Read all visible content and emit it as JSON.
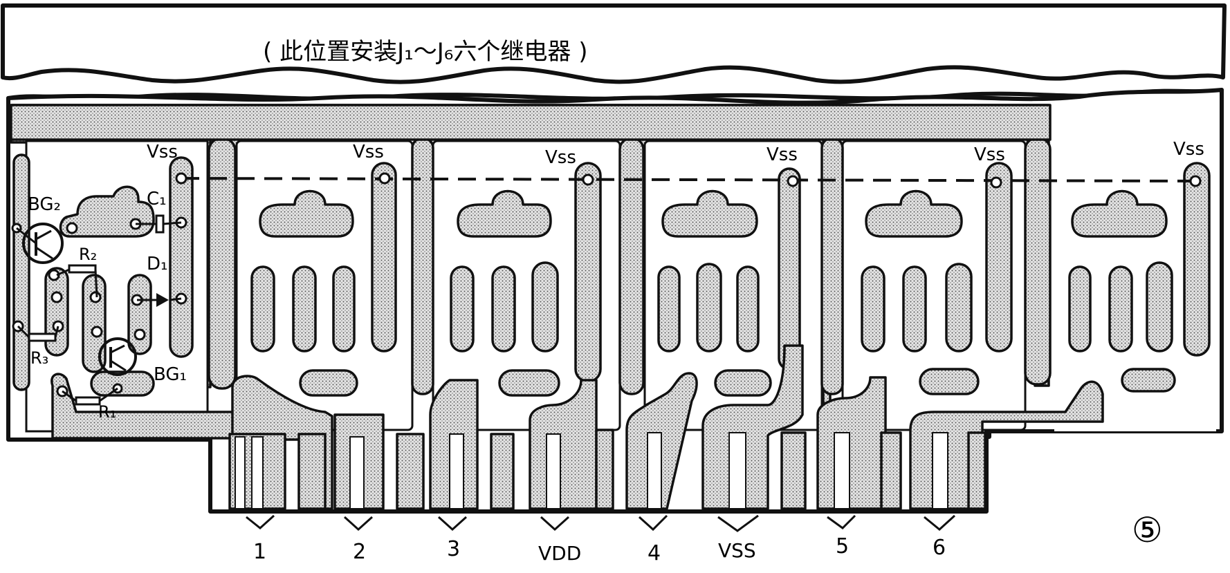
{
  "top_note": "( 此位置安装J₁～J₆六个继电器 )",
  "figure_number": "⑤",
  "components": {
    "bg2": "BG₂",
    "bg1": "BG₁",
    "c1": "C₁",
    "d1": "D₁",
    "r1": "R₁",
    "r2": "R₂",
    "r3": "R₃"
  },
  "vss_label": "Vss",
  "bottom_pins": [
    "1",
    "2",
    "3",
    "VDD",
    "4",
    "VSS",
    "5",
    "6"
  ]
}
